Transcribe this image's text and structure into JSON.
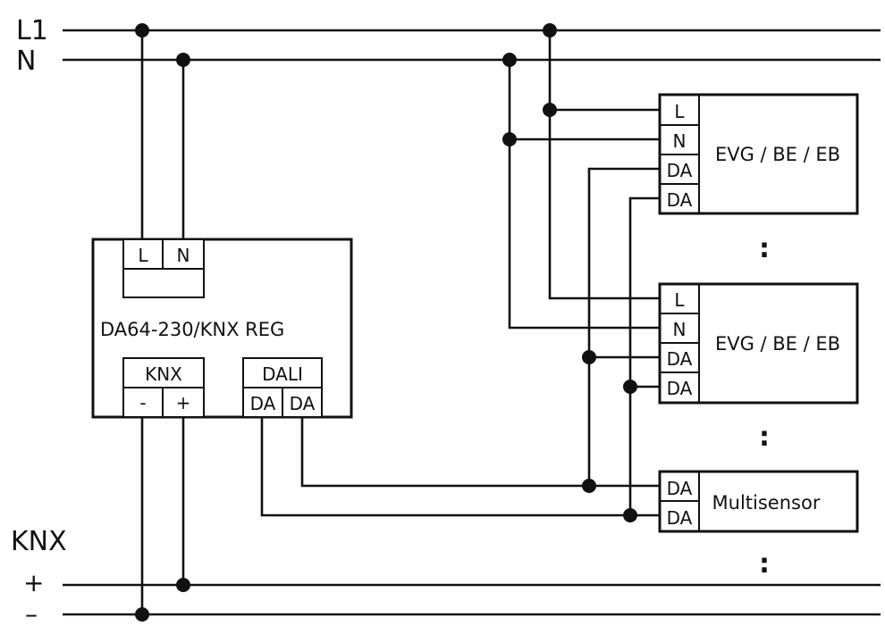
{
  "rails": {
    "l1_label": "L1",
    "n_label": "N",
    "knx_label": "KNX",
    "plus_label": "+",
    "minus_label": "–"
  },
  "gateway": {
    "name": "DA64-230/KNX REG",
    "power_terminals": [
      "L",
      "N"
    ],
    "knx_header": "KNX",
    "knx_terminals": [
      "-",
      "+"
    ],
    "dali_header": "DALI",
    "dali_terminals": [
      "DA",
      "DA"
    ]
  },
  "ballasts": [
    {
      "name": "EVG / BE / EB",
      "terminals": [
        "L",
        "N",
        "DA",
        "DA"
      ]
    },
    {
      "name": "EVG / BE / EB",
      "terminals": [
        "L",
        "N",
        "DA",
        "DA"
      ]
    }
  ],
  "sensor": {
    "name": "Multisensor",
    "terminals": [
      "DA",
      "DA"
    ]
  },
  "continuation_marks": [
    ":",
    ":",
    ":"
  ]
}
